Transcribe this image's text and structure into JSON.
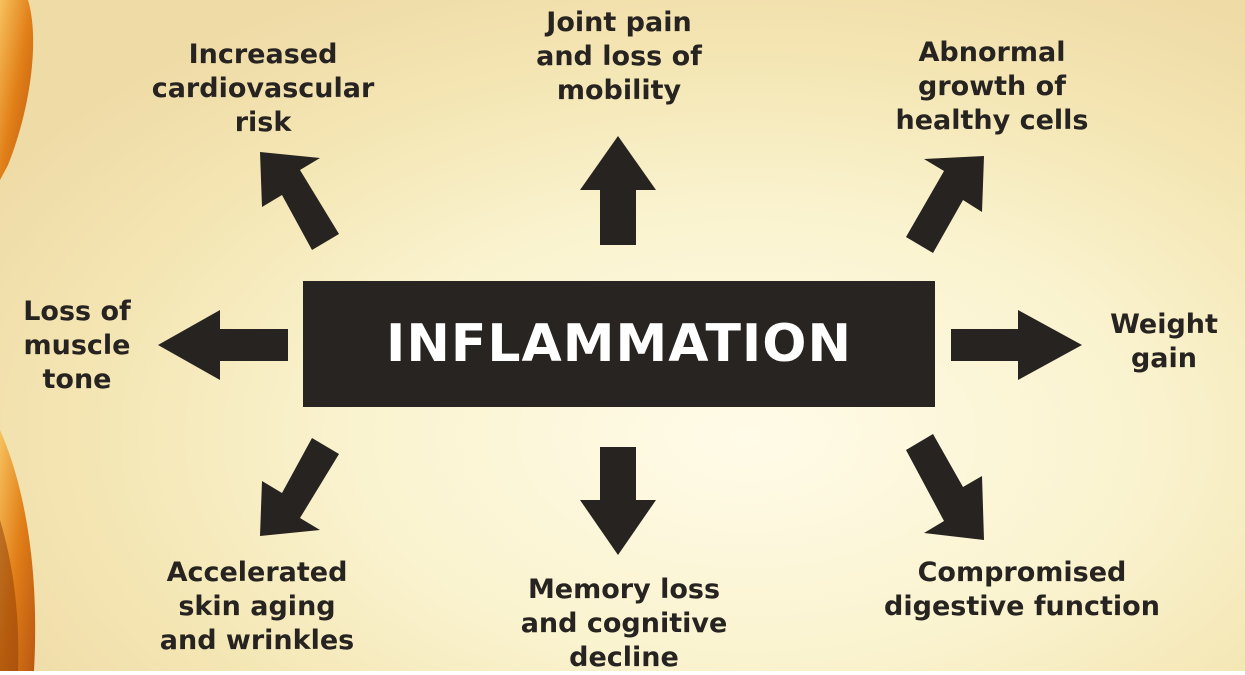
{
  "diagram": {
    "center": "INFLAMMATION",
    "effects": {
      "cardiovascular": "Increased\ncardiovascular\nrisk",
      "joint": "Joint pain\nand loss of\nmobility",
      "cells": "Abnormal\ngrowth of\nhealthy cells",
      "muscle": "Loss of\nmuscle\ntone",
      "weight": "Weight\ngain",
      "skin": "Accelerated\nskin aging\nand wrinkles",
      "memory": "Memory loss\nand cognitive\ndecline",
      "digestive": "Compromised\ndigestive function"
    }
  },
  "colors": {
    "box": "#272421",
    "arrow": "#262320",
    "text": "#262320",
    "background": "#faf3cf",
    "swirl": "#e07a10"
  }
}
